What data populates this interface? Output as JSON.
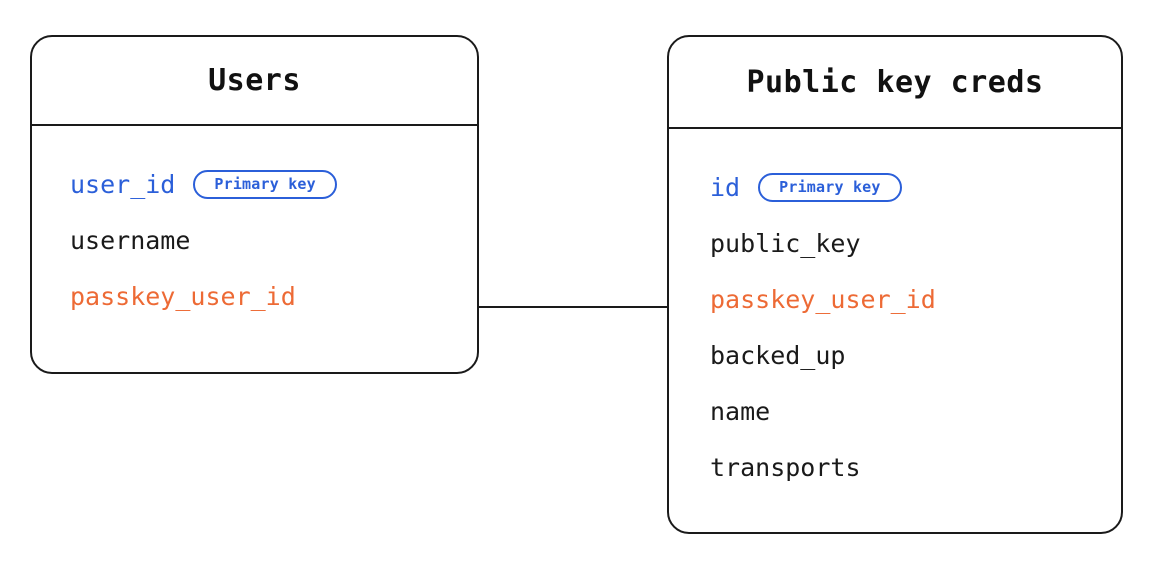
{
  "diagram": {
    "type": "entity-relationship",
    "background_color": "#ffffff",
    "colors": {
      "border": "#1a1a1a",
      "text": "#1a1a1a",
      "primary_key": "#2b5fd9",
      "foreign_key": "#ed6a35",
      "connector": "#1a1a1a"
    },
    "entities": [
      {
        "id": "users",
        "title": "Users",
        "fields": [
          {
            "name": "user_id",
            "style": "key",
            "badge": "Primary key"
          },
          {
            "name": "username",
            "style": "plain",
            "badge": null
          },
          {
            "name": "passkey_user_id",
            "style": "fk",
            "badge": null
          }
        ]
      },
      {
        "id": "public_key_creds",
        "title": "Public key creds",
        "fields": [
          {
            "name": "id",
            "style": "key",
            "badge": "Primary key"
          },
          {
            "name": "public_key",
            "style": "plain",
            "badge": null
          },
          {
            "name": "passkey_user_id",
            "style": "fk",
            "badge": null
          },
          {
            "name": "backed_up",
            "style": "plain",
            "badge": null
          },
          {
            "name": "name",
            "style": "plain",
            "badge": null
          },
          {
            "name": "transports",
            "style": "plain",
            "badge": null
          }
        ]
      }
    ],
    "relationships": [
      {
        "from": "users.passkey_user_id",
        "to": "public_key_creds.passkey_user_id"
      }
    ]
  }
}
